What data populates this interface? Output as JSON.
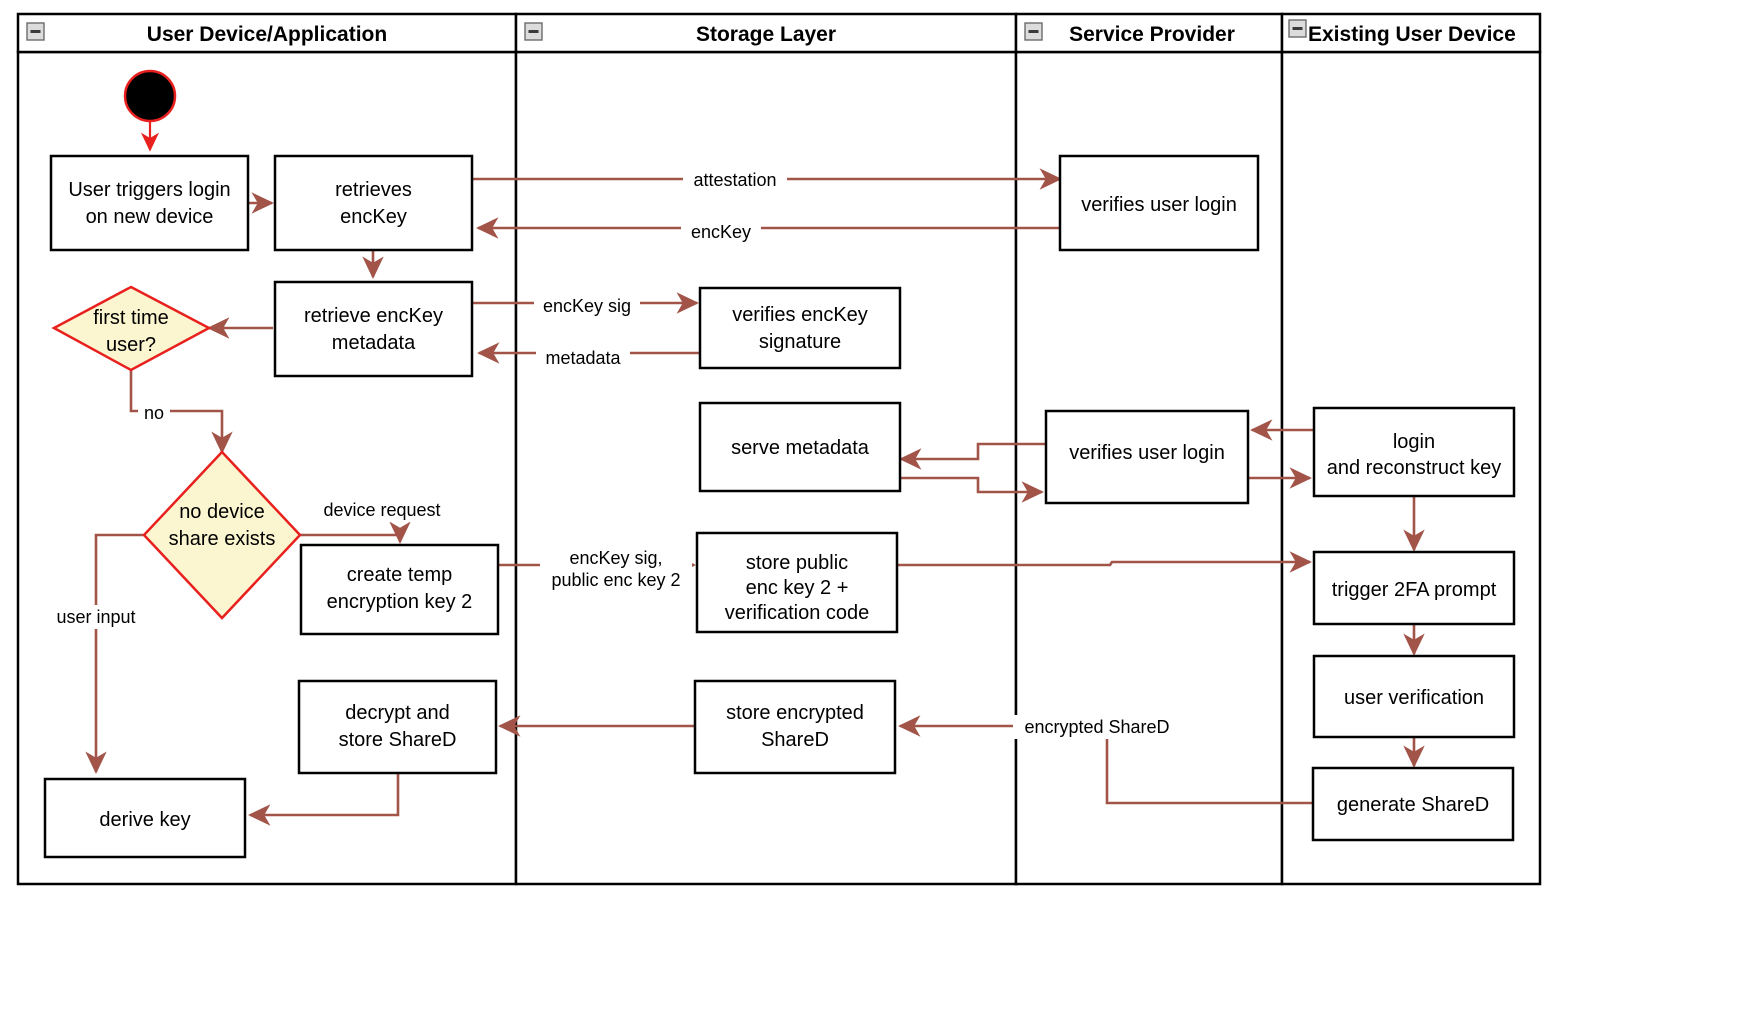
{
  "diagram": {
    "type": "uml-activity-swimlane",
    "title": "Key recovery / new device login activity diagram",
    "colors": {
      "lane_border": "#000000",
      "activity_border": "#000000",
      "activity_fill": "#ffffff",
      "decision_border": "#e8201e",
      "decision_fill": "#fbf6cf",
      "flow_arrow": "#a25449",
      "start_node_fill": "#000000",
      "start_node_border": "#e8201e",
      "background": "#ffffff"
    }
  },
  "lanes": [
    {
      "id": "user-device",
      "label": "User Device/Application",
      "collapse_icon": "minus-icon"
    },
    {
      "id": "storage-layer",
      "label": "Storage Layer",
      "collapse_icon": "minus-icon"
    },
    {
      "id": "service-provider",
      "label": "Service Provider",
      "collapse_icon": "minus-icon"
    },
    {
      "id": "existing-user-device",
      "label": "Existing User Device",
      "collapse_icon": "minus-icon"
    }
  ],
  "nodes": {
    "start": {
      "shape": "initial-node",
      "label": ""
    },
    "n_user_triggers": {
      "lane": "user-device",
      "shape": "activity",
      "lines": [
        "User triggers login",
        "on new device"
      ]
    },
    "n_retrieves_enckey": {
      "lane": "user-device",
      "shape": "activity",
      "lines": [
        "retrieves",
        "encKey"
      ]
    },
    "n_retrieve_meta": {
      "lane": "user-device",
      "shape": "activity",
      "lines": [
        "retrieve encKey",
        "metadata"
      ]
    },
    "n_first_time": {
      "lane": "user-device",
      "shape": "decision",
      "lines": [
        "first time",
        "user?"
      ]
    },
    "n_no_device_share": {
      "lane": "user-device",
      "shape": "decision",
      "lines": [
        "no device",
        "share exists"
      ]
    },
    "n_create_temp": {
      "lane": "user-device",
      "shape": "activity",
      "lines": [
        "create temp",
        "encryption key 2"
      ]
    },
    "n_decrypt_store": {
      "lane": "user-device",
      "shape": "activity",
      "lines": [
        "decrypt and",
        "store ShareD"
      ]
    },
    "n_derive_key": {
      "lane": "user-device",
      "shape": "activity",
      "lines": [
        "derive key"
      ]
    },
    "n_verify_sig": {
      "lane": "storage-layer",
      "shape": "activity",
      "lines": [
        "verifies encKey",
        "signature"
      ]
    },
    "n_serve_metadata": {
      "lane": "storage-layer",
      "shape": "activity",
      "lines": [
        "serve metadata"
      ]
    },
    "n_store_public": {
      "lane": "storage-layer",
      "shape": "activity",
      "lines": [
        "store public",
        "enc key 2 +",
        "verification code"
      ]
    },
    "n_store_enc_shared": {
      "lane": "storage-layer",
      "shape": "activity",
      "lines": [
        "store encrypted",
        "ShareD"
      ]
    },
    "n_verifies_login_1": {
      "lane": "service-provider",
      "shape": "activity",
      "lines": [
        "verifies user login"
      ]
    },
    "n_verifies_login_2": {
      "lane": "service-provider",
      "shape": "activity",
      "lines": [
        "verifies user login"
      ]
    },
    "n_login_reconstruct": {
      "lane": "existing-user-device",
      "shape": "activity",
      "lines": [
        "login",
        "and reconstruct key"
      ]
    },
    "n_trigger_2fa": {
      "lane": "existing-user-device",
      "shape": "activity",
      "lines": [
        "trigger 2FA prompt"
      ]
    },
    "n_user_verification": {
      "lane": "existing-user-device",
      "shape": "activity",
      "lines": [
        "user verification"
      ]
    },
    "n_generate_shared": {
      "lane": "existing-user-device",
      "shape": "activity",
      "lines": [
        "generate ShareD"
      ]
    }
  },
  "edge_labels": {
    "attestation": "attestation",
    "enckey": "encKey",
    "enckey_sig": "encKey sig",
    "metadata": "metadata",
    "no": "no",
    "device_request": "device request",
    "user_input": "user input",
    "enckey_sig_pub2_line1": "encKey sig,",
    "enckey_sig_pub2_line2": "public enc key 2",
    "encrypted_shared": "encrypted ShareD"
  }
}
